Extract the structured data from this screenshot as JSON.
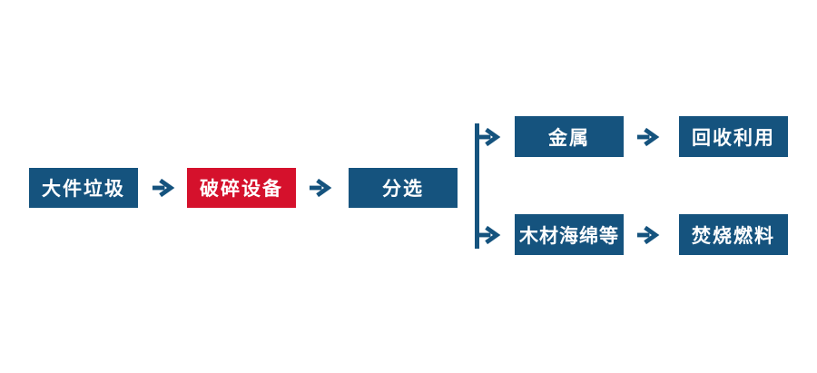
{
  "diagram": {
    "type": "flowchart",
    "description_nodes": {
      "bulky_waste": {
        "label": "大件垃圾"
      },
      "crushing_equipment": {
        "label": "破碎设备"
      },
      "sorting": {
        "label": "分选"
      },
      "metal": {
        "label": "金属"
      },
      "recycling": {
        "label": "回收利用"
      },
      "wood_sponge": {
        "label": "木材海绵等"
      },
      "incineration_fuel": {
        "label": "焚烧燃料"
      }
    },
    "flow": {
      "main_path": [
        "大件垃圾",
        "破碎设备",
        "分选"
      ],
      "branches": [
        {
          "from": "分选",
          "via": "金属",
          "to": "回收利用"
        },
        {
          "from": "分选",
          "via": "木材海绵等",
          "to": "焚烧燃料"
        }
      ]
    },
    "icons": {
      "arrow": "arrow-right-icon",
      "connector": "branch-line"
    },
    "colors": {
      "box_blue": "#15537e",
      "box_red": "#d5112c",
      "arrow_blue": "#15537e",
      "text": "#ffffff",
      "background": "#ffffff"
    }
  }
}
